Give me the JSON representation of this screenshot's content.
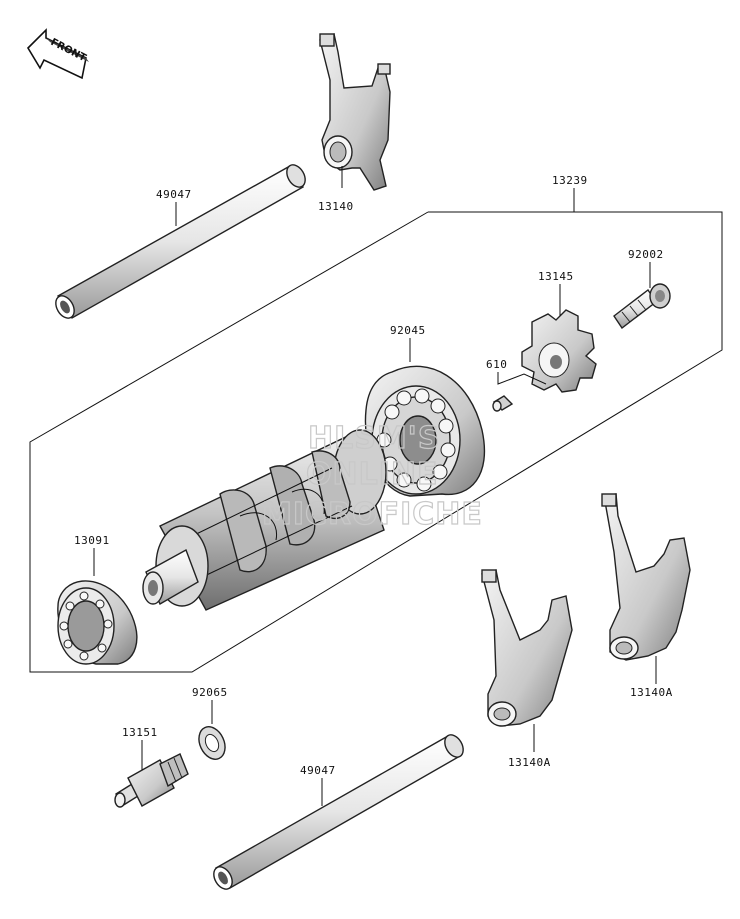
{
  "front_badge": {
    "text": "FRONT",
    "icon": "front-arrow-icon"
  },
  "watermark": {
    "lines": [
      "HLSM'S",
      "ONLINE",
      "MICROFICHE"
    ]
  },
  "callouts": {
    "shaft_upper": "49047",
    "fork_top": "13140",
    "assembly": "13239",
    "bolt": "92002",
    "cam_plate": "13145",
    "bearing_large": "92045",
    "pin": "610",
    "bearing_small": "13091",
    "washer": "92065",
    "switch": "13151",
    "shaft_lower": "49047",
    "fork_lower_left": "13140A",
    "fork_lower_right": "13140A"
  },
  "colors": {
    "line": "#222222",
    "fill_light": "#f2f2f2",
    "fill_mid": "#cfcfcf",
    "fill_dark": "#8a8a8a",
    "watermark": "#c8c8c8"
  }
}
